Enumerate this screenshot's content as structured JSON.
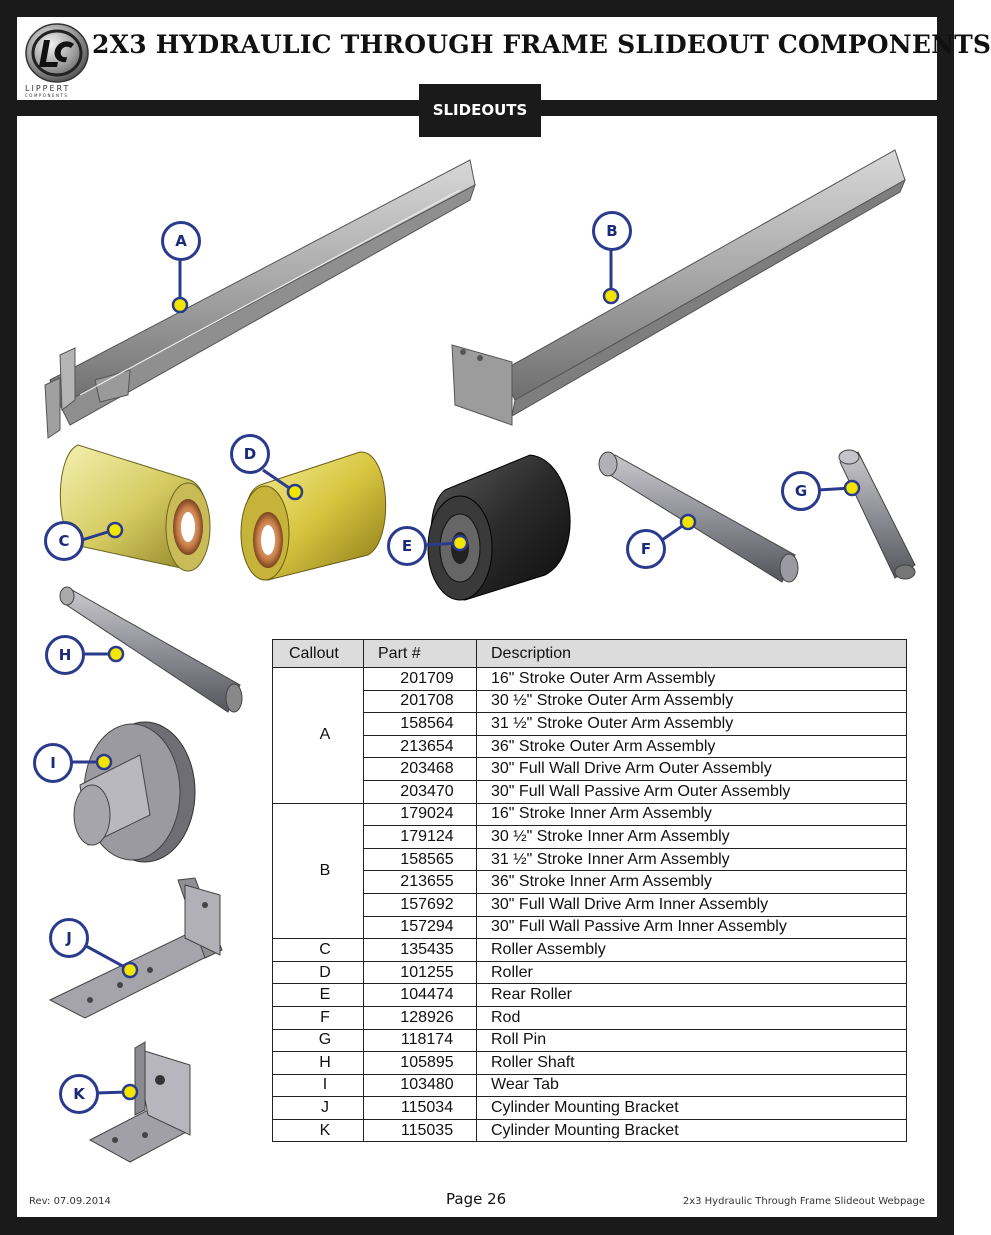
{
  "header": {
    "title": "2X3 HYDRAULIC THROUGH FRAME SLIDEOUT COMPONENTS",
    "section_tab": "SLIDEOUTS",
    "logo_text": "LIPPERT",
    "logo_subtext": "COMPONENTS"
  },
  "callouts": [
    "A",
    "B",
    "C",
    "D",
    "E",
    "F",
    "G",
    "H",
    "I",
    "J",
    "K"
  ],
  "table": {
    "headers": [
      "Callout",
      "Part #",
      "Description"
    ],
    "groups": [
      {
        "callout": "A",
        "rows": [
          {
            "part": "201709",
            "desc": "16\" Stroke Outer Arm Assembly"
          },
          {
            "part": "201708",
            "desc": "30 ½\" Stroke Outer Arm Assembly"
          },
          {
            "part": "158564",
            "desc": "31 ½\" Stroke Outer Arm Assembly"
          },
          {
            "part": "213654",
            "desc": "36\" Stroke Outer Arm Assembly"
          },
          {
            "part": "203468",
            "desc": "30\" Full Wall Drive Arm Outer Assembly"
          },
          {
            "part": "203470",
            "desc": "30\" Full Wall Passive Arm Outer Assembly"
          }
        ]
      },
      {
        "callout": "B",
        "rows": [
          {
            "part": "179024",
            "desc": "16\" Stroke Inner Arm Assembly"
          },
          {
            "part": "179124",
            "desc": "30 ½\" Stroke Inner Arm Assembly"
          },
          {
            "part": "158565",
            "desc": "31 ½\" Stroke Inner Arm Assembly"
          },
          {
            "part": "213655",
            "desc": "36\" Stroke Inner Arm Assembly"
          },
          {
            "part": "157692",
            "desc": "30\" Full Wall Drive Arm Inner Assembly"
          },
          {
            "part": "157294",
            "desc": "30\" Full Wall Passive Arm Inner Assembly"
          }
        ]
      },
      {
        "callout": "C",
        "rows": [
          {
            "part": "135435",
            "desc": "Roller Assembly"
          }
        ]
      },
      {
        "callout": "D",
        "rows": [
          {
            "part": "101255",
            "desc": "Roller"
          }
        ]
      },
      {
        "callout": "E",
        "rows": [
          {
            "part": "104474",
            "desc": "Rear Roller"
          }
        ]
      },
      {
        "callout": "F",
        "rows": [
          {
            "part": "128926",
            "desc": "Rod"
          }
        ]
      },
      {
        "callout": "G",
        "rows": [
          {
            "part": "118174",
            "desc": "Roll Pin"
          }
        ]
      },
      {
        "callout": "H",
        "rows": [
          {
            "part": "105895",
            "desc": "Roller Shaft"
          }
        ]
      },
      {
        "callout": "I",
        "rows": [
          {
            "part": "103480",
            "desc": "Wear Tab"
          }
        ]
      },
      {
        "callout": "J",
        "rows": [
          {
            "part": "115034",
            "desc": "Cylinder Mounting Bracket"
          }
        ]
      },
      {
        "callout": "K",
        "rows": [
          {
            "part": "115035",
            "desc": "Cylinder Mounting Bracket"
          }
        ]
      }
    ]
  },
  "footer": {
    "rev": "Rev: 07.09.2014",
    "page": "Page 26",
    "doc_name": "2x3 Hydraulic Through Frame Slideout Webpage"
  },
  "colors": {
    "frame": "#1a1a1a",
    "callout_ring": "#2a3a8c",
    "leader_dot": "#f2e600",
    "table_header_bg": "#dcdcdc"
  }
}
